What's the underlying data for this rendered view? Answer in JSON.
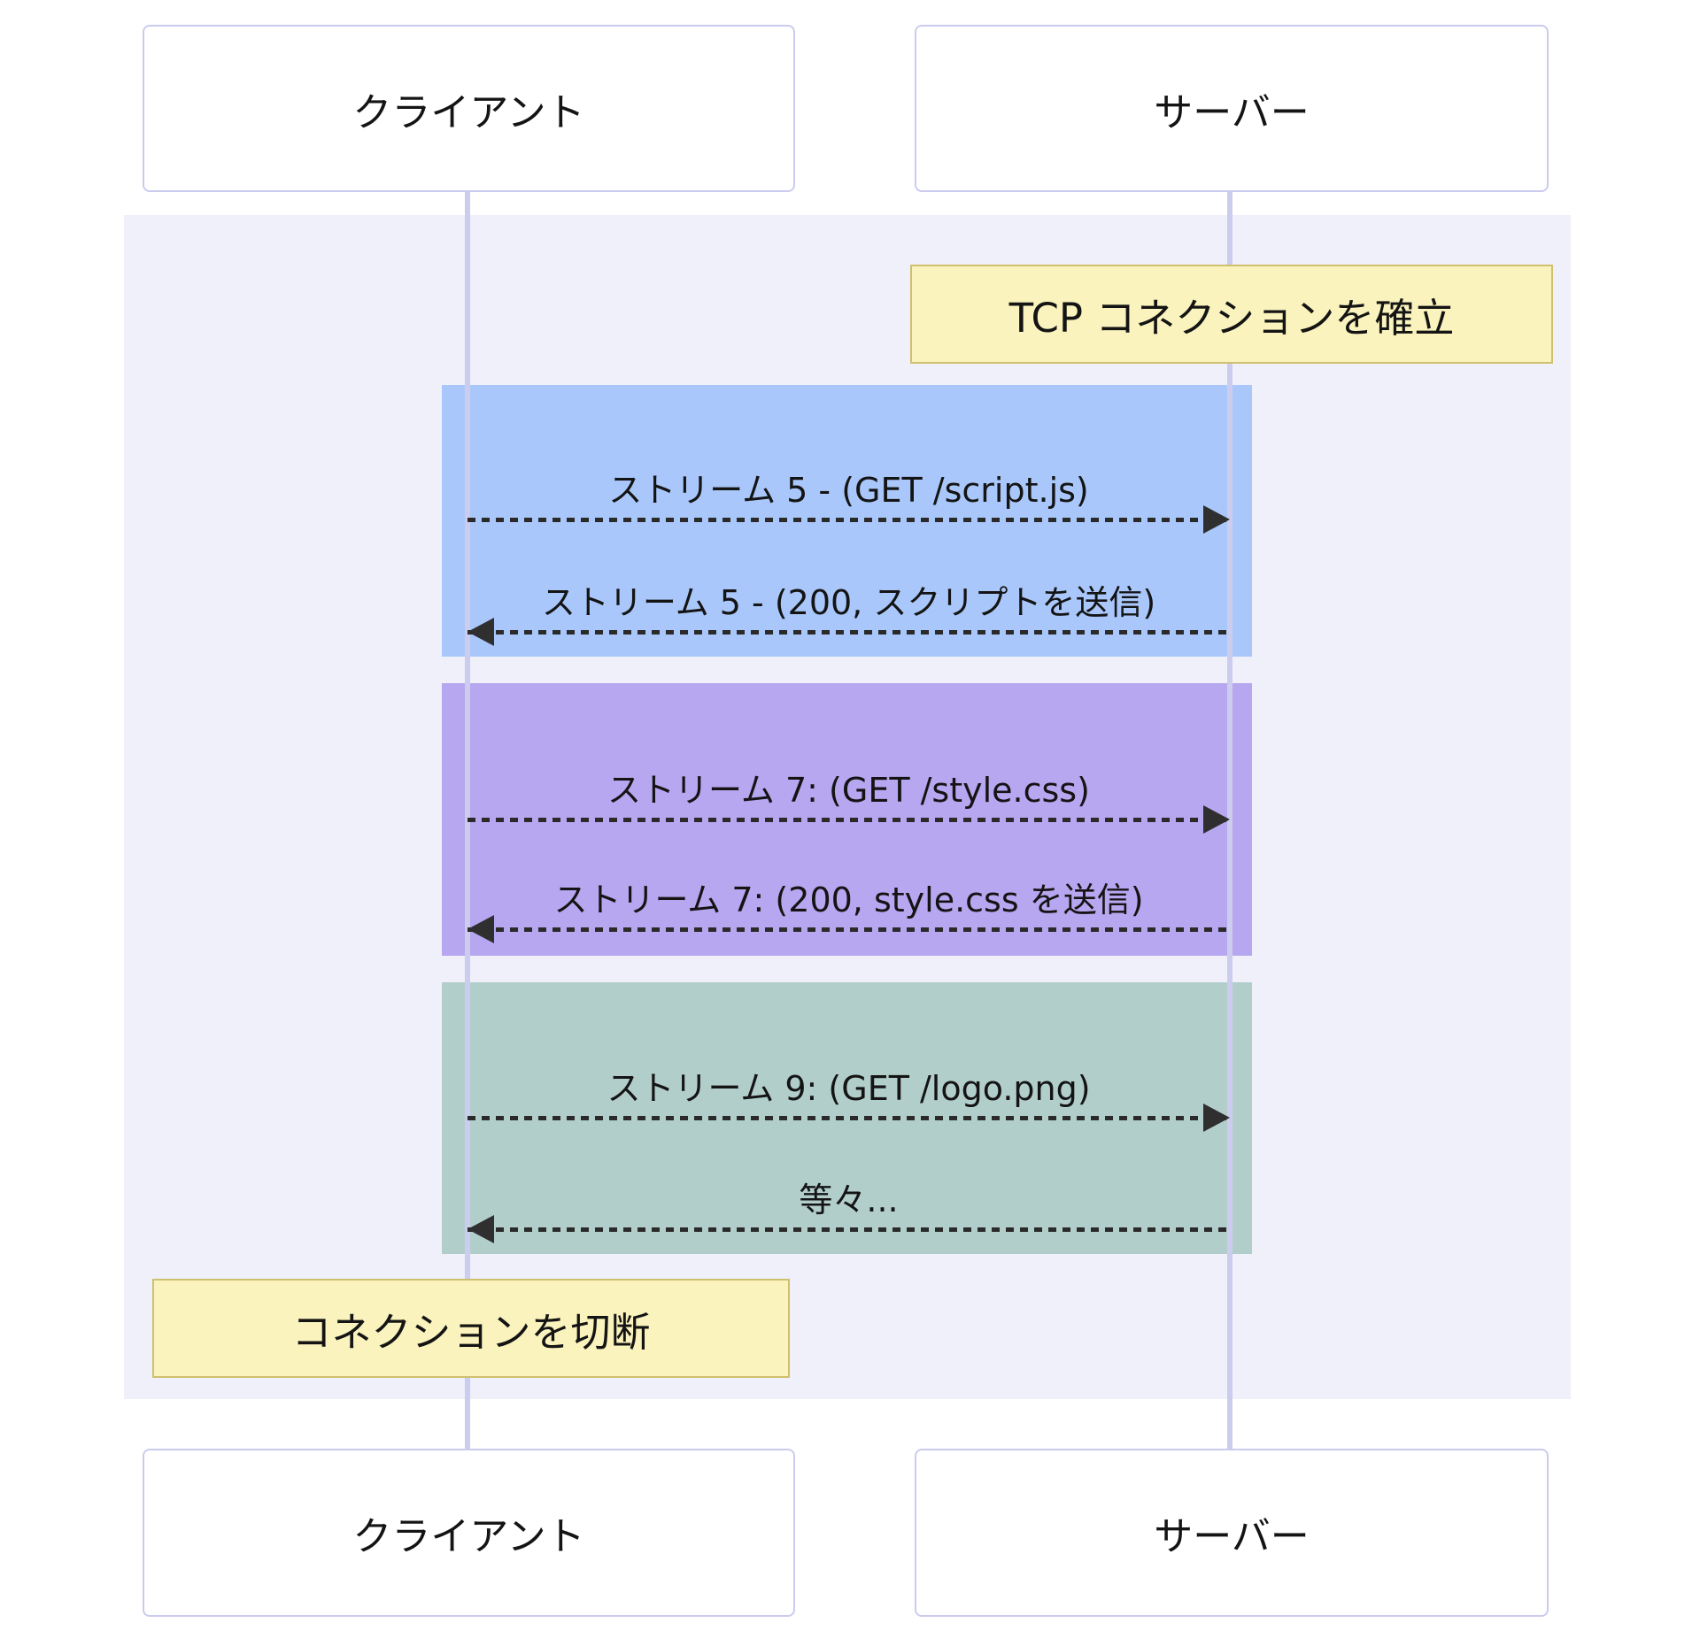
{
  "diagram": {
    "title": "HTTP/2 multiplexed streams sequence diagram",
    "actors": [
      {
        "id": "client",
        "label": "クライアント"
      },
      {
        "id": "server",
        "label": "サーバー"
      }
    ],
    "notes": [
      {
        "id": "tcp-establish",
        "over": "server",
        "label": "TCP コネクションを確立"
      },
      {
        "id": "disconnect",
        "over": "client",
        "label": "コネクションを切断"
      }
    ],
    "groups": [
      {
        "id": "stream5",
        "fill": "#A9C7FA",
        "messages": [
          {
            "label": "ストリーム 5 - (GET /script.js)",
            "from": "client",
            "to": "server",
            "direction": "right",
            "style": "dashed"
          },
          {
            "label": "ストリーム 5 - (200, スクリプトを送信)",
            "from": "server",
            "to": "client",
            "direction": "left",
            "style": "dashed"
          }
        ]
      },
      {
        "id": "stream7",
        "fill": "#B7A6F0",
        "messages": [
          {
            "label": "ストリーム 7: (GET /style.css)",
            "from": "client",
            "to": "server",
            "direction": "right",
            "style": "dashed"
          },
          {
            "label": "ストリーム 7: (200, style.css を送信)",
            "from": "server",
            "to": "client",
            "direction": "left",
            "style": "dashed"
          }
        ]
      },
      {
        "id": "stream9",
        "fill": "#B2CECB",
        "messages": [
          {
            "label": "ストリーム 9: (GET /logo.png)",
            "from": "client",
            "to": "server",
            "direction": "right",
            "style": "dashed"
          },
          {
            "label": "等々...",
            "from": "server",
            "to": "client",
            "direction": "left",
            "style": "dashed"
          }
        ]
      }
    ],
    "colors": {
      "background": "#EFF0FA",
      "actorBoxFill": "#FFFFFF",
      "actorBoxBorder": "#CBCBF0",
      "lifeline": "#CCCDEE",
      "noteFill": "#FAF3BD",
      "noteBorder": "#CFC06E",
      "arrow": "#2A2A2A",
      "stream5Fill": "#A9C7FA",
      "stream7Fill": "#B7A6F0",
      "stream9Fill": "#B2CECB"
    }
  }
}
